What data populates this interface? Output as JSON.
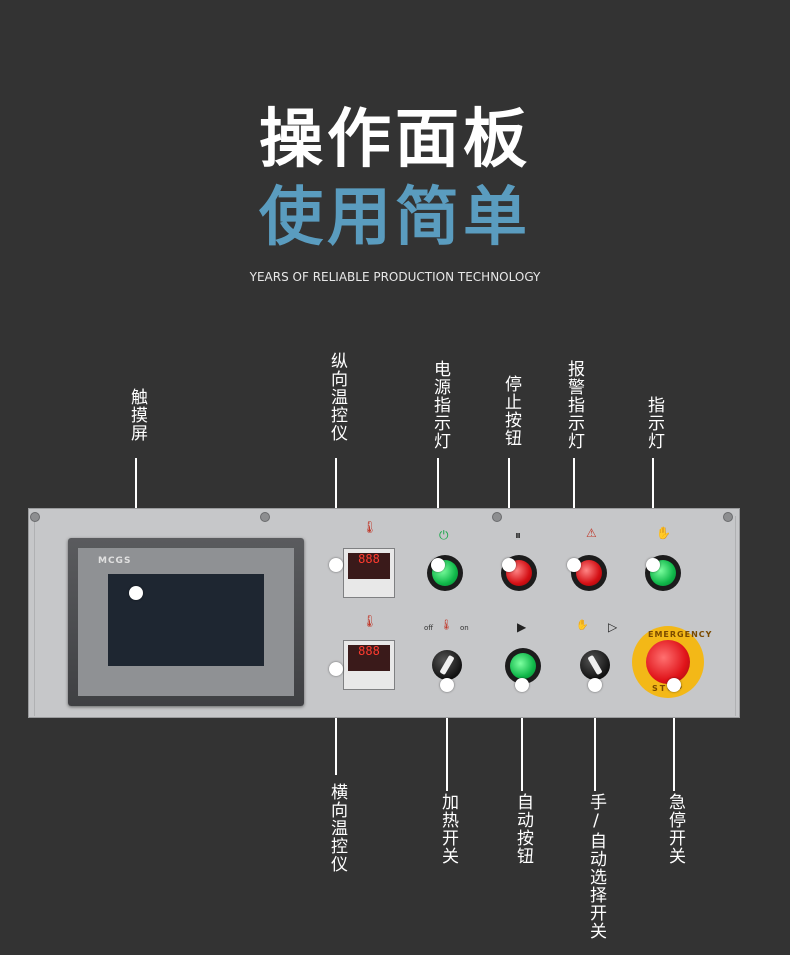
{
  "header": {
    "title_line1": "操作面板",
    "title_line2": "使用简单",
    "subtitle": "YEARS OF RELIABLE PRODUCTION TECHNOLOGY"
  },
  "colors": {
    "background": "#333333",
    "accent": "#5a9cbf",
    "panel": "#c6c7c9"
  },
  "labels": {
    "touch_screen": "触摸屏",
    "vertical_temp": "纵向温控仪",
    "power_light": "电源指示灯",
    "stop_button": "停止按钮",
    "alarm_light": "报警指示灯",
    "indicator_light": "指示灯",
    "horizontal_temp": "横向温控仪",
    "heating_switch": "加热开关",
    "auto_button": "自动按钮",
    "mode_switch": "手/自动选择开关",
    "emergency_stop": "急停开关"
  },
  "panel": {
    "hmi_brand": "MCGS",
    "heat_off": "off",
    "heat_on": "on",
    "estop_top": "EMERGENCY",
    "estop_bottom": "STOP",
    "display1": "888",
    "display2": "888"
  },
  "icons": [
    "power-icon",
    "pause-icon",
    "alarm-icon",
    "hand-icon",
    "thermometer-icon",
    "play-icon",
    "auto-play-icon"
  ]
}
